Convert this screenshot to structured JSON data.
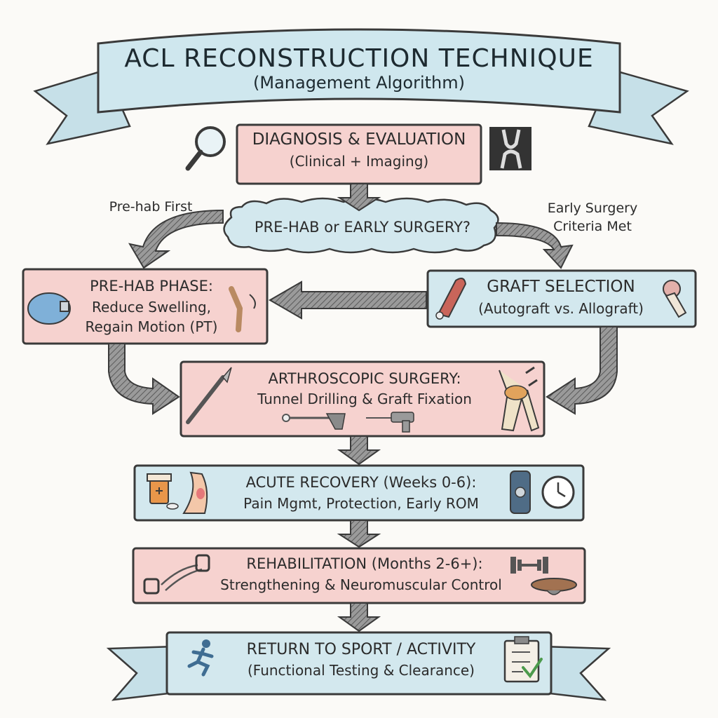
{
  "banner": {
    "title": "ACL RECONSTRUCTION TECHNIQUE",
    "subtitle": "(Management Algorithm)"
  },
  "steps": {
    "diagnosis": {
      "line1": "DIAGNOSIS & EVALUATION",
      "line2": "(Clinical + Imaging)"
    },
    "decision": {
      "label": "PRE-HAB or EARLY SURGERY?"
    },
    "prehab": {
      "line1": "PRE-HAB PHASE:",
      "line2": "Reduce Swelling,",
      "line3": "Regain Motion (PT)"
    },
    "graft": {
      "line1": "GRAFT SELECTION",
      "line2": "(Autograft vs. Allograft)"
    },
    "surgery": {
      "line1": "ARTHROSCOPIC SURGERY:",
      "line2": "Tunnel Drilling & Graft Fixation"
    },
    "acute": {
      "line1": "ACUTE RECOVERY (Weeks 0-6):",
      "line2": "Pain Mgmt, Protection, Early ROM"
    },
    "rehab": {
      "line1": "REHABILITATION (Months 2-6+):",
      "line2": "Strengthening & Neuromuscular Control"
    },
    "return": {
      "line1": "RETURN TO SPORT / ACTIVITY",
      "line2": "(Functional Testing & Clearance)"
    }
  },
  "branch_labels": {
    "left": "Pre-hab First",
    "right_line1": "Early Surgery",
    "right_line2": "Criteria Met"
  },
  "icons": [
    "magnifier-icon",
    "knee-xray-icon",
    "ice-pack-icon",
    "knee-flexion-icon",
    "muscle-graft-icon",
    "bone-graft-icon",
    "scalpel-icon",
    "arthroscope-icon",
    "drill-icon",
    "knee-screws-icon",
    "pill-bottle-icon",
    "knee-swelling-icon",
    "knee-brace-icon",
    "clock-icon",
    "resistance-band-icon",
    "dumbbell-icon",
    "balance-board-icon",
    "runner-icon",
    "checklist-icon"
  ],
  "colors": {
    "pink_box": "#f6d2cf",
    "blue_box": "#d3e8ee",
    "ribbon": "#cfe7ee",
    "outline": "#3a3a3a",
    "arrow": "#8a8a8a"
  }
}
